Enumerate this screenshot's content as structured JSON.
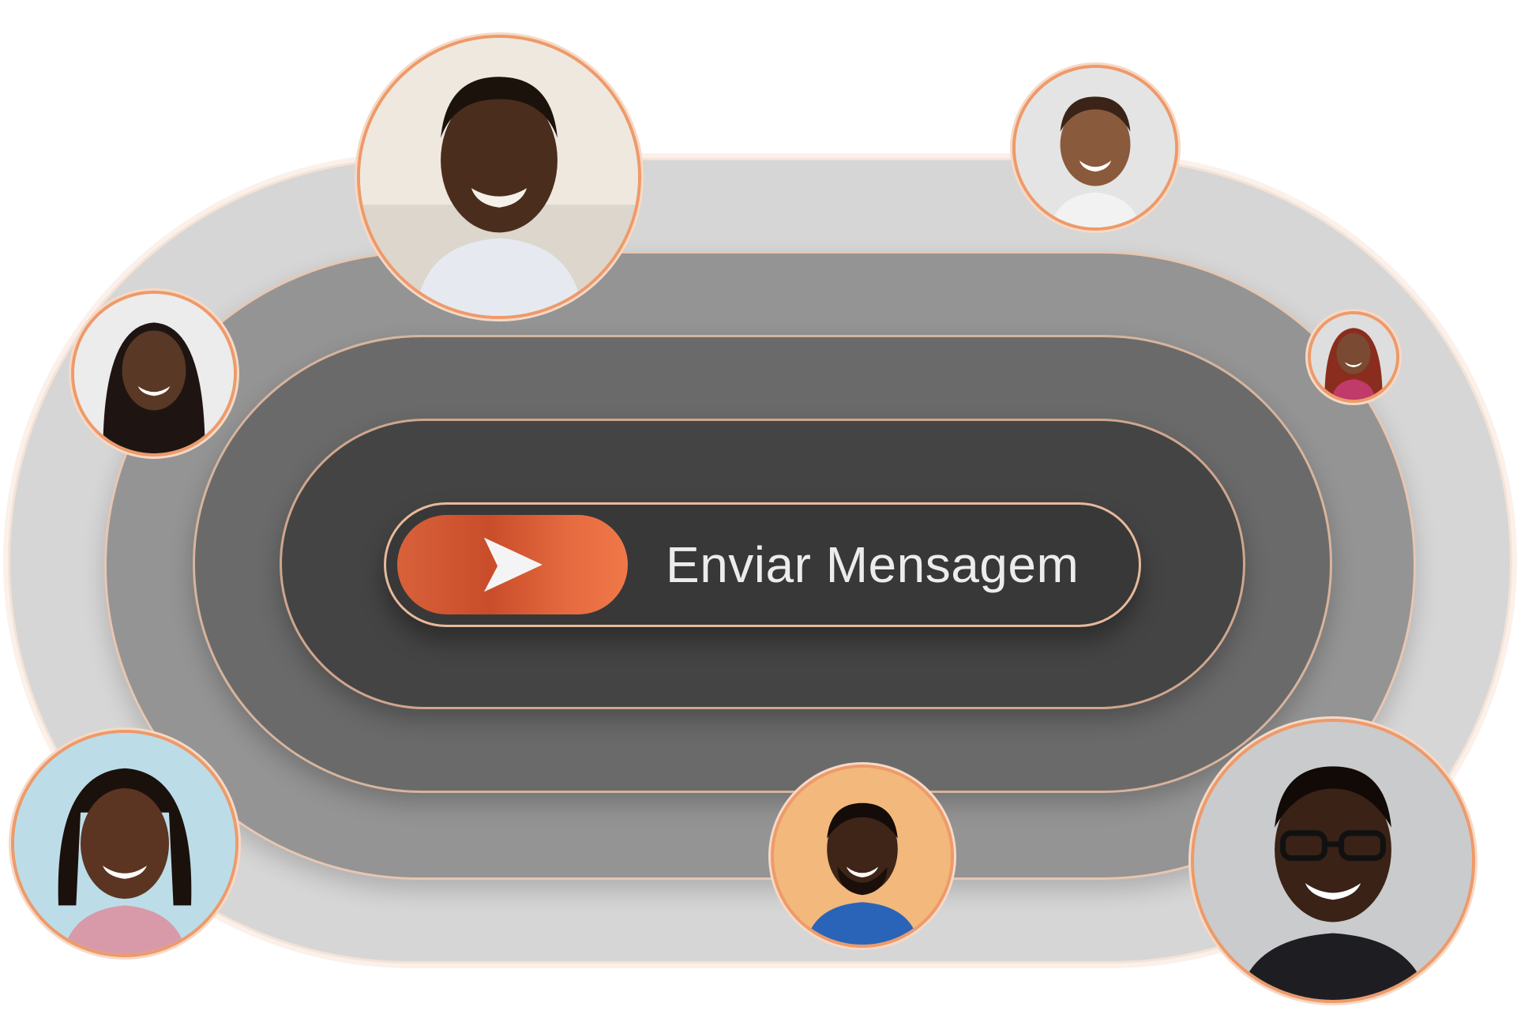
{
  "button": {
    "label": "Enviar Mensagem",
    "icon": "send-icon"
  },
  "colors": {
    "accent": "#e0623a",
    "accent_border": "#ee9a6a",
    "button_bg": "#383838",
    "label_color": "#ececec"
  },
  "avatars": [
    {
      "icon": "person-portrait-icon",
      "subject": "man-smiling"
    },
    {
      "icon": "person-portrait-icon",
      "subject": "boy-smiling"
    },
    {
      "icon": "person-portrait-icon",
      "subject": "woman-braids"
    },
    {
      "icon": "person-portrait-icon",
      "subject": "woman-small"
    },
    {
      "icon": "person-portrait-icon",
      "subject": "girl-locs"
    },
    {
      "icon": "person-portrait-icon",
      "subject": "man-beard"
    },
    {
      "icon": "person-portrait-icon",
      "subject": "man-glasses"
    }
  ]
}
